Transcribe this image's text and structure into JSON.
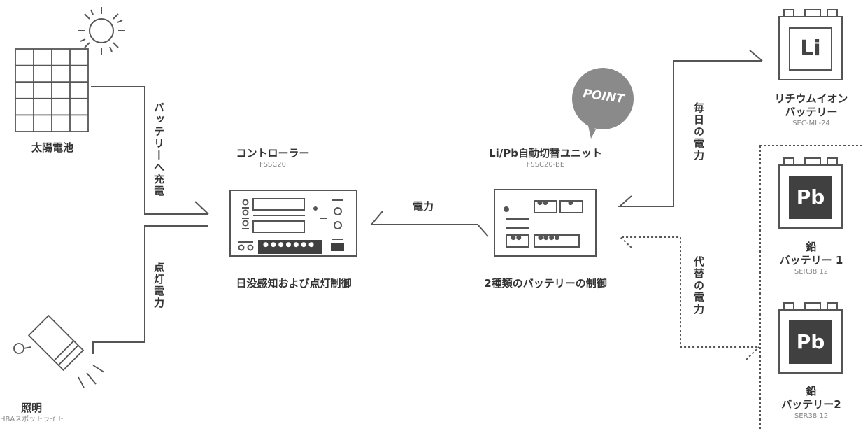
{
  "solar": {
    "name": "太陽電池"
  },
  "light": {
    "name": "照明",
    "model": "HBAスポットライト"
  },
  "controller": {
    "name": "コントローラー",
    "model": "FSSC20",
    "caption": "日没感知および点灯制御"
  },
  "switcher": {
    "name": "Li/Pb自動切替ユニット",
    "model": "FSSC20-BE",
    "caption": "2種類のバッテリーの制御",
    "point_label": "POINT"
  },
  "links": {
    "charge": "バッテリーへ充電",
    "lighting_power": "点灯電力",
    "power": "電力",
    "daily_power": "毎日の電力",
    "backup_power": "代替の電力"
  },
  "batteries": [
    {
      "symbol": "Li",
      "name_line1": "リチウムイオン",
      "name_line2": "バッテリー",
      "model": "SEC-ML-24"
    },
    {
      "symbol": "Pb",
      "name_line1": "鉛",
      "name_line2": "バッテリー 1",
      "model": "SER38 12"
    },
    {
      "symbol": "Pb",
      "name_line1": "鉛",
      "name_line2": "バッテリー2",
      "model": "SER38 12"
    }
  ],
  "colors": {
    "line": "#555555",
    "dark": "#404040",
    "badge": "#8a8a8a"
  }
}
